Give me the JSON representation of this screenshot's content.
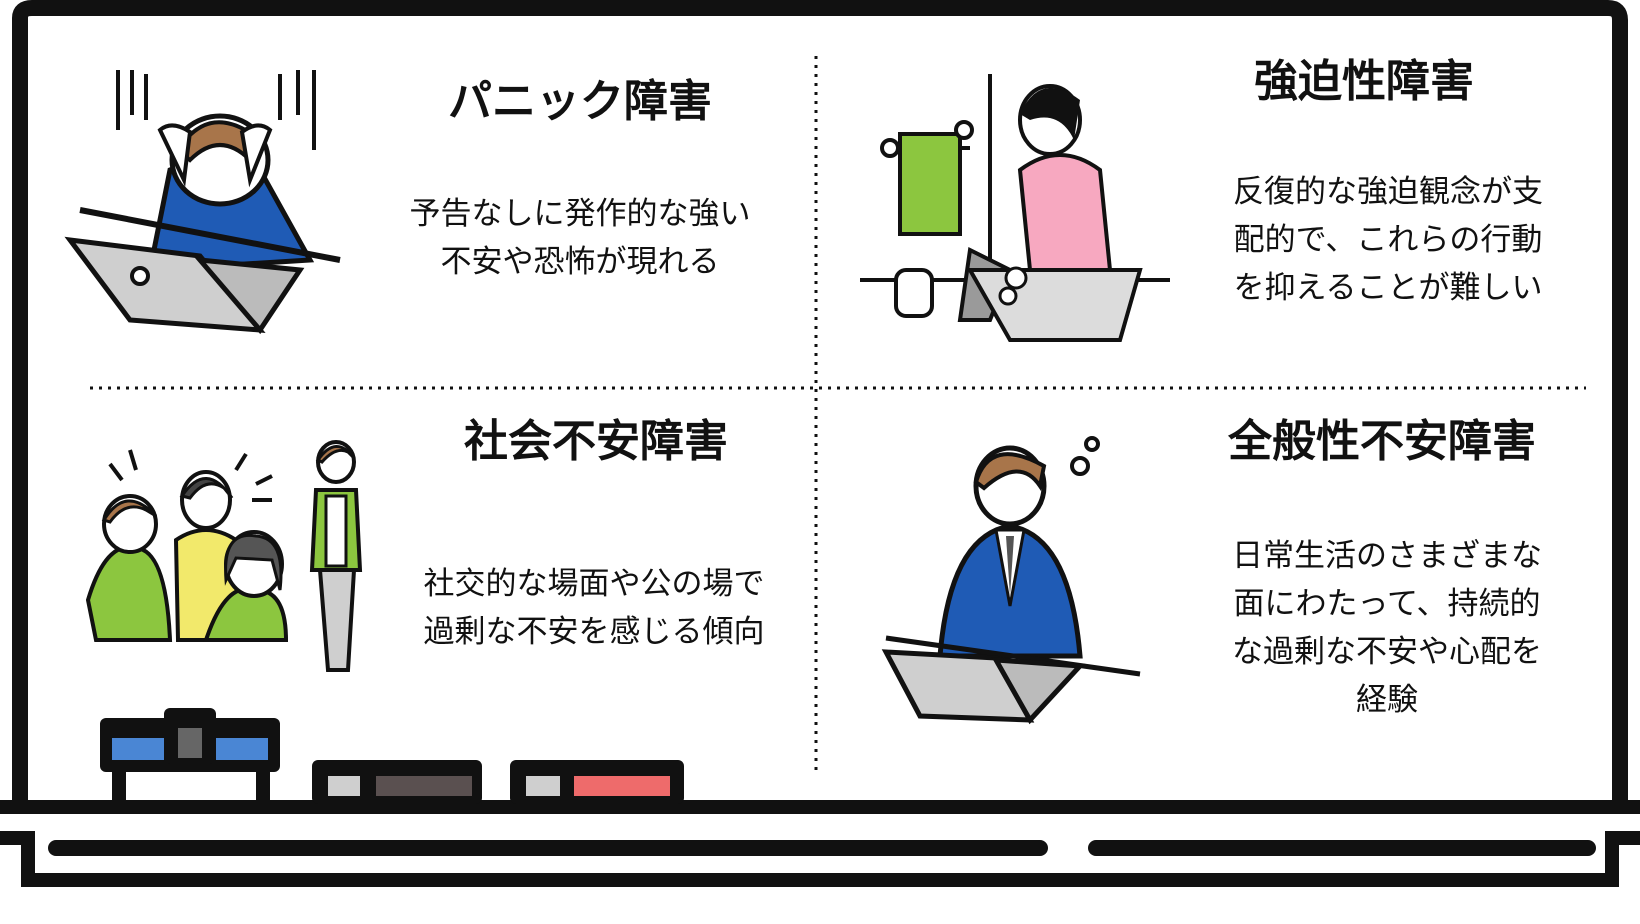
{
  "panels": [
    {
      "title": "パニック障害",
      "desc": [
        "予告なしに発作的な強い",
        "不安や恐怖が現れる"
      ],
      "icon": "panic-person-laptop"
    },
    {
      "title": "強迫性障害",
      "desc": [
        "反復的な強迫観念が支",
        "配的で、これらの行動",
        "を抑えることが難しい"
      ],
      "icon": "woman-washing-hands"
    },
    {
      "title": "社会不安障害",
      "desc": [
        "社交的な場面や公の場で",
        "過剰な不安を感じる傾向"
      ],
      "icon": "people-group-conversation"
    },
    {
      "title": "全般性不安障害",
      "desc": [
        "日常生活のさまざまな",
        "面にわたって、持続的",
        "な過剰な不安や心配を",
        "経験"
      ],
      "icon": "worried-businessman-laptop"
    }
  ],
  "colors": {
    "frame": "#111111",
    "blue": "#1f5bb5",
    "pink": "#f7a8c0",
    "green": "#8cc63f",
    "yellow": "#f2e96b",
    "skin": "#ffffff",
    "hair": "#a8754a",
    "gray": "#cfcfcf",
    "marker_blue": "#4a86d4",
    "marker_red": "#ee6b6b"
  }
}
